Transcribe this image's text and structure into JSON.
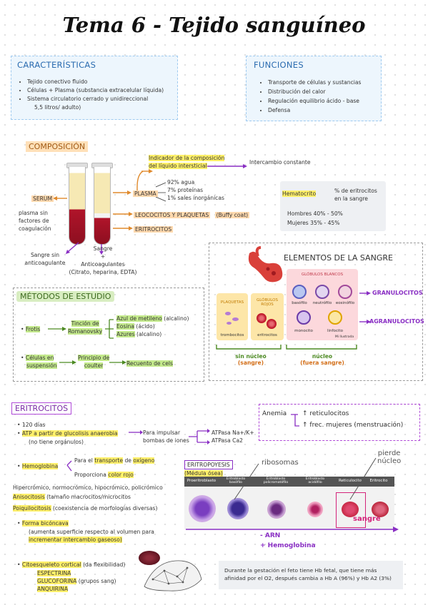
{
  "title": "Tema 6 - Tejido sanguíneo",
  "caracteristicas": {
    "heading": "CARACTERÍSTICAS",
    "items": [
      "Tejido conectivo fluido",
      "Células + Plasma (substancia extracelular líquida)",
      "Sistema circulatorio cerrado y unidireccional",
      "5,5 litros/ adulto)"
    ]
  },
  "funciones": {
    "heading": "FUNCIONES",
    "items": [
      "Transporte de células y sustancias",
      "Distribución del calor",
      "Regulación equilibrio ácido - base",
      "Defensa"
    ]
  },
  "composicion": {
    "heading": "COMPOSICIÓN",
    "indicador_1": "Indicador de la composición",
    "indicador_2": "del líquido intersticial",
    "intercambio": "Intercambio constante",
    "plasma": "PLASMA",
    "plasma_parts": [
      "92% agua",
      "7% proteínas",
      "1% sales inorgánicas"
    ],
    "leucocitos": "LEOCOCITOS Y PLAQUETAS",
    "buffy": "(Buffy coat)",
    "eritrocitos": "ERITROCITOS",
    "serum": "SERUM",
    "serum_desc": [
      "plasma sin",
      "factores de",
      "coagulación"
    ],
    "sangre_sin_1": "Sangre sin",
    "sangre_sin_2": "anticoagulante",
    "sangre_con": [
      "Sangre",
      "+",
      "Anticoagulantes",
      "(Citrato, heparina, EDTA)"
    ],
    "hematocrito": "Hematocrito",
    "hematocrito_desc": [
      "% de eritrocitos",
      "en la sangre"
    ],
    "hombres": "Hombres 40% - 50%",
    "mujeres": "Mujeres 35% - 45%"
  },
  "elementos": {
    "heading": "ELEMENTOS DE LA SANGRE",
    "globulos_blancos": "GLÓBULOS BLANCOS",
    "plaquetas": "PLAQUETAS",
    "globulos_rojos": [
      "GLÓBULOS",
      "ROJOS"
    ],
    "plaquetas_sub": "trombocitos",
    "rojos_sub": "eritrocitos",
    "wbc_top": [
      "basófilo",
      "neutrófilo",
      "eosinófilo"
    ],
    "wbc_bottom": [
      "monocito",
      "linfocito"
    ],
    "granulocitos": "GRANULOCITOS",
    "agranulocitos": "AGRANULOCITOS",
    "sin_nucleo_1": "sin núcleo",
    "sin_nucleo_2": "(sangre)",
    "nucleo_1": "núcleo",
    "nucleo_2": "(fuera sangre)",
    "credit": "Mi Ilustrada"
  },
  "metodos": {
    "heading": "MÉTODOS DE ESTUDIO",
    "frotis": "Frotis",
    "tincion_1": "Tinción de",
    "tincion_2": "Romanovsky",
    "azul": "Azul de metileno",
    "azul_tipo": "(alcalino)",
    "eosina": "Eosina",
    "eosina_tipo": "(ácido)",
    "azures": "Azures",
    "azures_tipo": "(alcalino)",
    "celulas_1": "Células en",
    "celulas_2": "suspensión",
    "principio_1": "Principio de",
    "principio_2": "coulter",
    "recuento": "Recuento de cels"
  },
  "eritrocitos": {
    "heading": "ERITROCITOS",
    "dias": "120 días",
    "atp": "ATP a partir de glucolisis anaerobia",
    "atp_note": "(no tiene orgánulos)",
    "bombas_1": "Para impulsar",
    "bombas_2": "bombas de iones",
    "atpasa_1": "ATPasa Na+/K+",
    "atpasa_2": "ATPasa Ca2",
    "hemoglobina": "Hemoglobina",
    "hb_1_pre": "Para el",
    "hb_1_hl": "transporte",
    "hb_1_mid": "de",
    "hb_1_hl2": "oxígeno",
    "hb_2_pre": "Proporciona",
    "hb_2_hl": "color rojo",
    "hipercromico": "Hipercrómico, normocrómico, hipocrómico, policrómico",
    "anisocitosis_hl": "Anisocitosis",
    "anisocitosis": "(tamaño macrocitos/microcitos",
    "poiquilocitosis_hl": "Poiquilocitosis",
    "poiquilocitosis": "(coexistencia de morfologías diversas)",
    "forma": "Forma bicóncava",
    "forma_1": "(aumenta superficie respecto al volumen para",
    "forma_2": "incrementar intercambio gaseoso)",
    "citoesqueleto": "Citoesqueleto cortical",
    "citoesqueleto_note": "(da flexibilidad)",
    "proteinas": [
      "ESPECTRINA",
      "GLUCOFORINA",
      "ANQUIRINA"
    ],
    "glucoforina_note": "(grupos sang)"
  },
  "anemia": {
    "label": "Anemia",
    "line1": "↑ reticulocitos",
    "line2": "↑ frec. mujeres (menstruación)"
  },
  "eritropoyesis": {
    "heading": "ERITROPOYESIS",
    "sub": "(Médula ósea)",
    "ribosomas": "ribosomas",
    "pierde_1": "pierde",
    "pierde_2": "núcleo",
    "stages": [
      "Proeritroblasto",
      "Eritroblasto basófilo",
      "Eritroblasto policromatófilo",
      "Eritroblasto acidófilo",
      "Reticulocito",
      "Eritrocito"
    ],
    "sangre": "sangre",
    "arn": "- ARN",
    "hemoglobina": "+ Hemoglobina"
  },
  "nota_gestacion": "Durante la gestación el feto tiene Hb fetal, que tiene más afinidad por el O2, después cambia a Hb A (96%) y Hb A2 (3%)",
  "colors": {
    "accent_blue": "#2b6cb0",
    "accent_purple": "#8a2fc4",
    "accent_orange": "#d4701a",
    "accent_green": "#4c8a22",
    "highlight_yellow": "#fff06a",
    "blood_red": "#b0142a"
  }
}
